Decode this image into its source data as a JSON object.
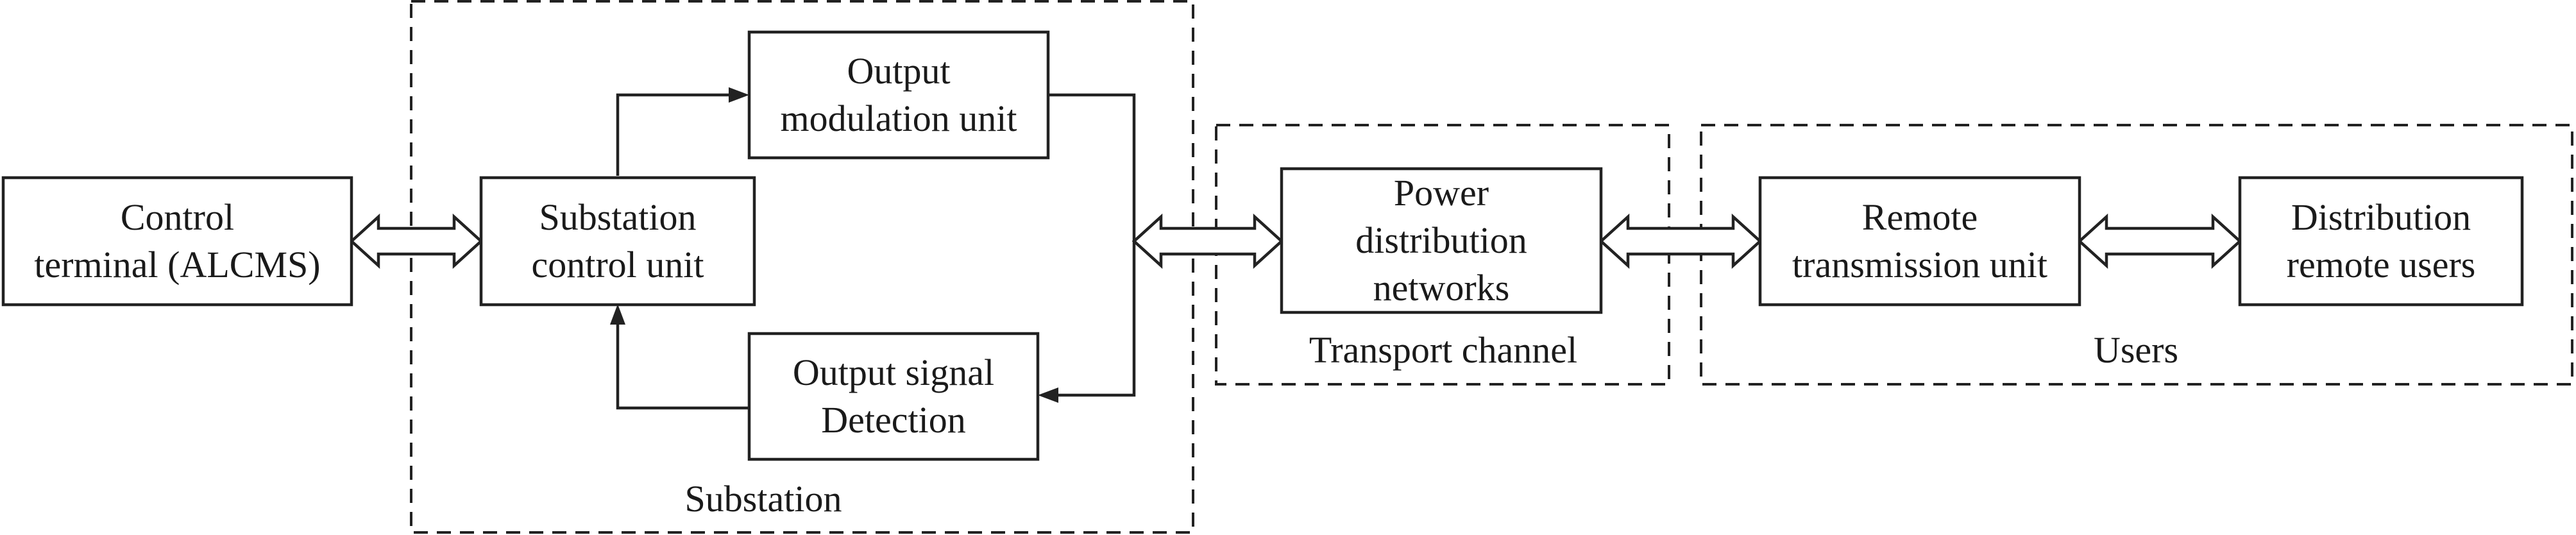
{
  "blocks": {
    "control_terminal": "Control\nterminal (ALCMS)",
    "substation_control": "Substation\ncontrol unit",
    "output_modulation": "Output\nmodulation unit",
    "output_detection": "Output signal\nDetection",
    "power_distribution": "Power\ndistribution\nnetworks",
    "remote_transmission": "Remote\ntransmission unit",
    "distribution_users": "Distribution\nremote users"
  },
  "regions": {
    "substation": "Substation",
    "transport": "Transport channel",
    "users": "Users"
  }
}
